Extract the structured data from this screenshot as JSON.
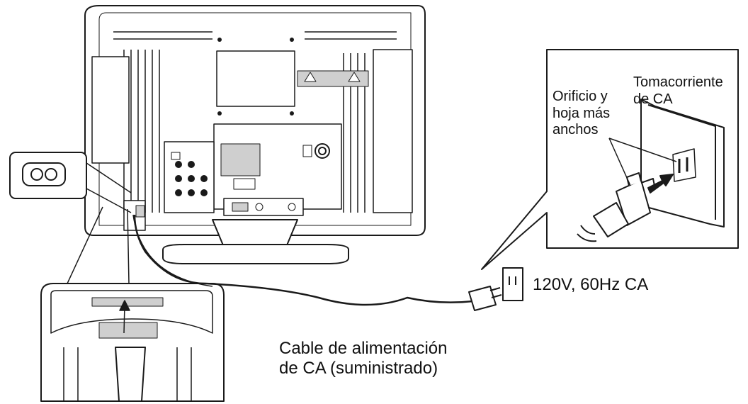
{
  "labels": {
    "outlet": "Tomacorriente\nde CA",
    "wider_slot_blade": "Orificio y\nhoja más\nanchos",
    "voltage": "120V, 60Hz CA",
    "cable": "Cable de alimentación\nde CA (suministrado)"
  },
  "colors": {
    "line": "#1a1a1a",
    "fill": "#ffffff",
    "shade": "#cfcfcf"
  }
}
